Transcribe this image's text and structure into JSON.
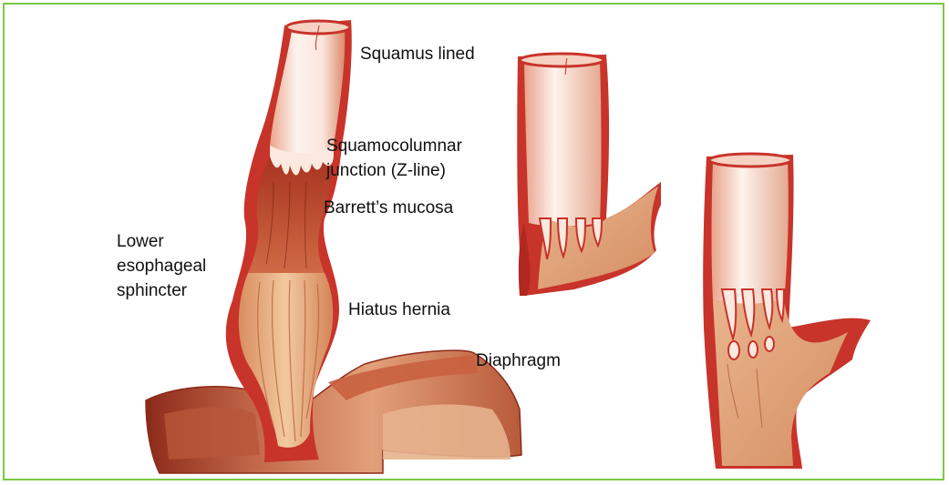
{
  "labels": {
    "squamous_lined": "Squamus lined",
    "squamocolumnar_line1": "Squamocolumnar",
    "squamocolumnar_line2": "junction (Z-line)",
    "barretts_mucosa": "Barrett’s mucosa",
    "les_line1": "Lower",
    "les_line2": "esophageal",
    "les_line3": "sphincter",
    "hiatus_hernia": "Hiatus hernia",
    "diaphragm": "Diaphragm"
  },
  "colors": {
    "frame_border": "#7ac943",
    "lumen_light": "#fdf1ea",
    "wall_red": "#c8332a",
    "tissue_tan": "#e8a878",
    "barrett_dark": "#a83a22",
    "muscle_dark": "#8c2a1a"
  }
}
